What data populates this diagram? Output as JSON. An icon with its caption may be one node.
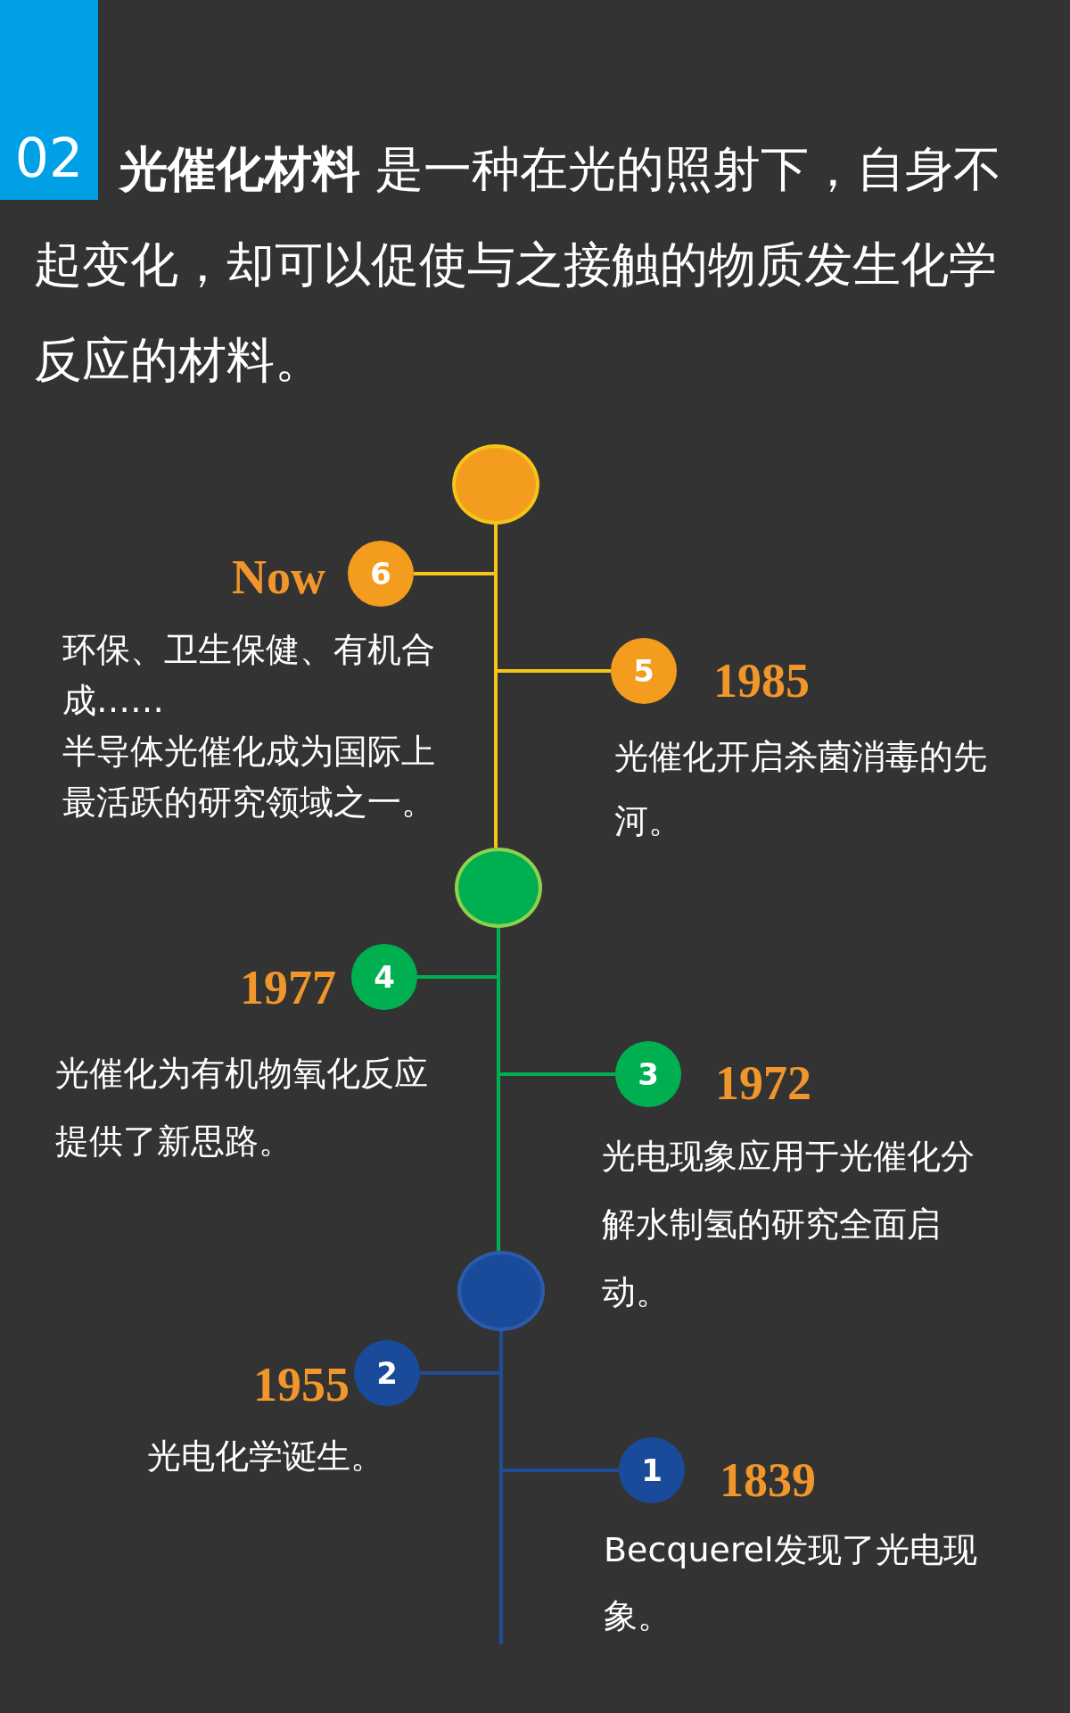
{
  "diagram": {
    "title": "**光催化材料** 是一种在光的照射下，自身不起变化，却可以促使与之接触的物质发生化学反应的材料。",
    "nodes": [
      {
        "text": [],
        "shape": "circle"
      },
      {
        "text": [
          "6"
        ],
        "beside": [
          "Now",
          "环保、卫生保健、有机合成……",
          "半导体光催化成为国际上最活跃的研究领域之一。"
        ]
      },
      {
        "text": [
          "5"
        ],
        "beside": [
          "1985",
          "光催化开启杀菌消毒的先河。"
        ]
      },
      {
        "text": [],
        "shape": "circle"
      },
      {
        "text": [
          "4"
        ],
        "beside": [
          "1977",
          "光催化为有机物氧化反应提供了新思路。"
        ]
      },
      {
        "text": [
          "3"
        ],
        "beside": [
          "1972",
          "光电现象应用于光催化分解水制氢的研究全面启动。"
        ]
      },
      {
        "text": [],
        "shape": "circle"
      },
      {
        "text": [
          "2"
        ],
        "beside": [
          "1955",
          "光电化学诞生。"
        ]
      },
      {
        "text": [
          "1"
        ],
        "beside": [
          "1839",
          "Becquerel发现了光电现象。"
        ]
      }
    ],
    "edges": [
      {
        "from": 0,
        "to": 1,
        "arrow": "none",
        "color": "#f5c518"
      },
      {
        "from": 0,
        "to": 2,
        "arrow": "none",
        "color": "#f5c518"
      },
      {
        "from": 0,
        "to": 3,
        "arrow": "none",
        "color": "#f5c518"
      },
      {
        "from": 3,
        "to": 4,
        "arrow": "none",
        "color": "#00b050"
      },
      {
        "from": 3,
        "to": 5,
        "arrow": "none",
        "color": "#00b050"
      },
      {
        "from": 3,
        "to": 6,
        "arrow": "none",
        "color": "#00b050"
      },
      {
        "from": 6,
        "to": 7,
        "arrow": "none",
        "color": "#1f4e99"
      },
      {
        "from": 6,
        "to": 8,
        "arrow": "none",
        "color": "#1f4e99"
      },
      {
        "from": 6,
        "to": null,
        "arrow": "none",
        "color": "#1f4e99"
      }
    ],
    "labels": [
      "02"
    ]
  }
}
